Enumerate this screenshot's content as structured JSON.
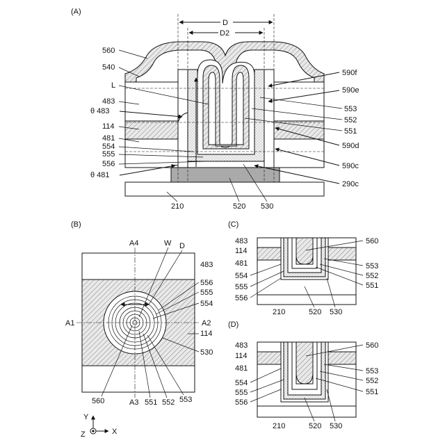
{
  "panels": {
    "A": "(A)",
    "B": "(B)",
    "C": "(C)",
    "D": "(D)"
  },
  "panel_a": {
    "dims": {
      "D": "D",
      "D2": "D2"
    },
    "left_labels": [
      "560",
      "540",
      "L",
      "483",
      "θ 483",
      "114",
      "481",
      "555",
      "554",
      "556",
      "θ 481"
    ],
    "right_labels": [
      "590f",
      "590e",
      "553",
      "552",
      "551",
      "590d",
      "590c",
      "290c"
    ],
    "bottom_labels": [
      "210",
      "520",
      "530"
    ]
  },
  "panel_b": {
    "top_labels": [
      "A4",
      "W",
      "D"
    ],
    "side_labels": [
      "A1",
      "A2"
    ],
    "right_labels": [
      "483",
      "556",
      "555",
      "554",
      "114",
      "530"
    ],
    "bottom_labels": [
      "560",
      "A3",
      "551",
      "552",
      "553"
    ]
  },
  "panel_c": {
    "left_labels": [
      "483",
      "114",
      "481",
      "554",
      "555",
      "556"
    ],
    "right_labels": [
      "560",
      "553",
      "552",
      "551"
    ],
    "bottom_labels": [
      "210",
      "520",
      "530"
    ]
  },
  "panel_d": {
    "left_labels": [
      "483",
      "114",
      "481",
      "554",
      "555",
      "556"
    ],
    "right_labels": [
      "560",
      "553",
      "552",
      "551"
    ],
    "bottom_labels": [
      "210",
      "520",
      "530"
    ]
  },
  "axes": {
    "y": "Y",
    "x": "X",
    "z": "Z"
  }
}
